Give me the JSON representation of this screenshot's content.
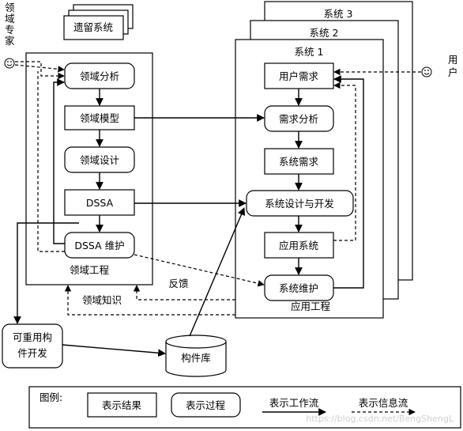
{
  "domain_expert_label": "领域专家",
  "user_label": "用户",
  "legacy_system": "遗留系统",
  "domain_engineering": {
    "steps": [
      "领域分析",
      "领域模型",
      "领域设计",
      "DSSA",
      "DSSA 维护"
    ],
    "title": "领域工程"
  },
  "application_engineering": {
    "systems": [
      "系统 3",
      "系统 2",
      "系统 1"
    ],
    "steps": [
      "用户需求",
      "需求分析",
      "系统需求",
      "系统设计与开发",
      "应用系统",
      "系统维护"
    ],
    "title": "应用工程"
  },
  "reusable_component_dev": "可重用构件开发",
  "component_library": "构件库",
  "feedback_label": "反馈",
  "domain_knowledge_label": "领域知识",
  "legend": {
    "title": "图例:",
    "result": "表示结果",
    "process": "表示过程",
    "workflow": "表示工作流",
    "infoflow": "表示信息流"
  },
  "watermark": "https://blog.csdn.net/BengShengL"
}
